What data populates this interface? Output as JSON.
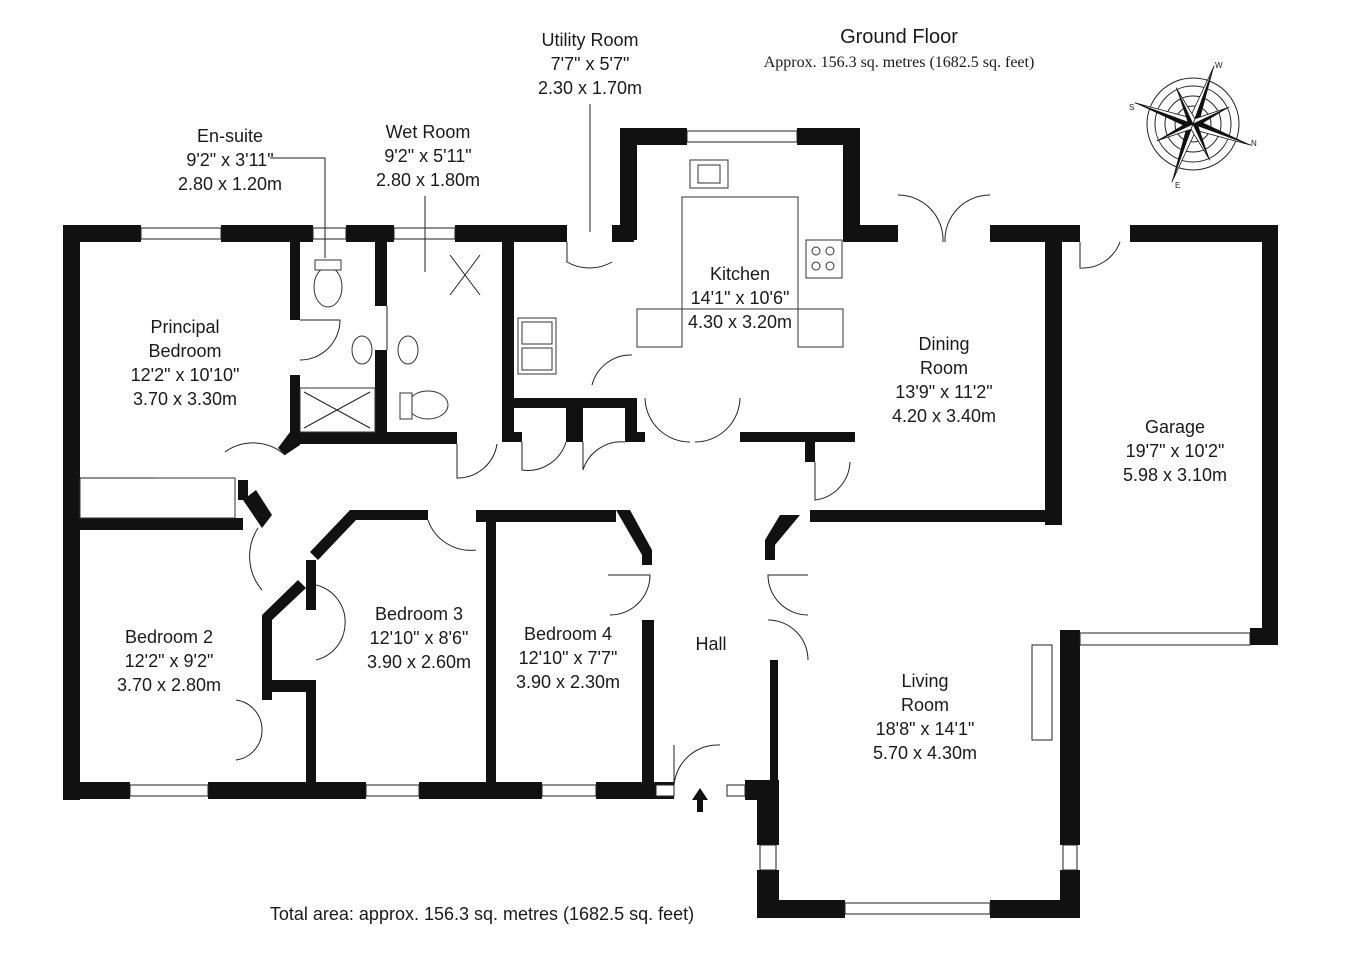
{
  "header": {
    "floor_name": "Ground Floor",
    "floor_area": "Approx. 156.3 sq. metres (1682.5 sq. feet)"
  },
  "footer": {
    "total_area": "Total area: approx. 156.3 sq. metres (1682.5 sq. feet)"
  },
  "compass": {
    "letters": [
      "W",
      "N",
      "E",
      "S"
    ]
  },
  "rooms": {
    "utility": {
      "name": "Utility Room",
      "imperial": "7'7\" x 5'7\"",
      "metric": "2.30 x 1.70m"
    },
    "ensuite": {
      "name": "En-suite",
      "imperial": "9'2\" x 3'11\"",
      "metric": "2.80 x 1.20m"
    },
    "wetroom": {
      "name": "Wet Room",
      "imperial": "9'2\" x 5'11\"",
      "metric": "2.80 x 1.80m"
    },
    "kitchen": {
      "name": "Kitchen",
      "imperial": "14'1\" x 10'6\"",
      "metric": "4.30 x 3.20m"
    },
    "principal": {
      "name_line1": "Principal",
      "name_line2": "Bedroom",
      "imperial": "12'2\" x 10'10\"",
      "metric": "3.70 x 3.30m"
    },
    "dining": {
      "name_line1": "Dining",
      "name_line2": "Room",
      "imperial": "13'9\" x 11'2\"",
      "metric": "4.20 x 3.40m"
    },
    "garage": {
      "name": "Garage",
      "imperial": "19'7\" x 10'2\"",
      "metric": "5.98 x 3.10m"
    },
    "bedroom2": {
      "name": "Bedroom 2",
      "imperial": "12'2\" x 9'2\"",
      "metric": "3.70 x 2.80m"
    },
    "bedroom3": {
      "name": "Bedroom 3",
      "imperial": "12'10\" x 8'6\"",
      "metric": "3.90 x 2.60m"
    },
    "bedroom4": {
      "name": "Bedroom 4",
      "imperial": "12'10\" x 7'7\"",
      "metric": "3.90 x 2.30m"
    },
    "hall": {
      "name": "Hall"
    },
    "living": {
      "name_line1": "Living",
      "name_line2": "Room",
      "imperial": "18'8\" x 14'1\"",
      "metric": "5.70 x 4.30m"
    }
  }
}
